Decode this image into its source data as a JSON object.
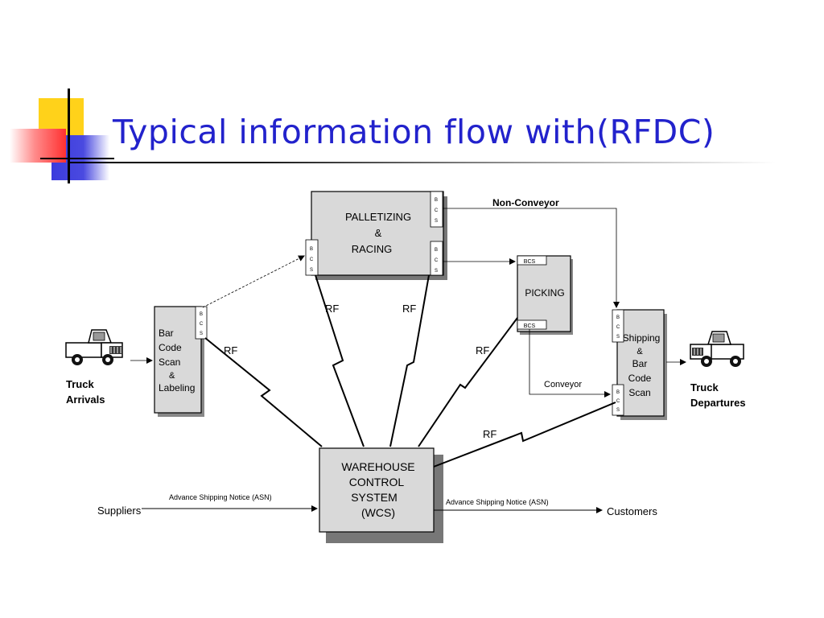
{
  "slide": {
    "title": "Typical information flow with(RFDC)"
  },
  "diagram": {
    "palletizing": {
      "line1": "PALLETIZING",
      "line2": "&",
      "line3": "RACING"
    },
    "picking": {
      "label": "PICKING"
    },
    "barcode_station": {
      "line1": "Bar",
      "line2": "Code",
      "line3": "Scan",
      "line4": "&",
      "line5": "Labeling"
    },
    "shipping_station": {
      "line1": "Shipping",
      "line2": "&",
      "line3": "Bar",
      "line4": "Code",
      "line5": "Scan"
    },
    "wcs": {
      "line1": "WAREHOUSE",
      "line2": "CONTROL",
      "line3": "SYSTEM",
      "line4": "(WCS)"
    },
    "bcs_letters": {
      "b": "B",
      "c": "C",
      "s": "S"
    },
    "bcs_label": "BCS",
    "rf_label": "RF",
    "non_conveyor_label": "Non-Conveyor",
    "conveyor_label": "Conveyor",
    "truck_arrivals": {
      "line1": "Truck",
      "line2": "Arrivals"
    },
    "truck_departures": {
      "line1": "Truck",
      "line2": "Departures"
    },
    "suppliers_label": "Suppliers",
    "customers_label": "Customers",
    "asn_label": "Advance Shipping Notice (ASN)"
  }
}
